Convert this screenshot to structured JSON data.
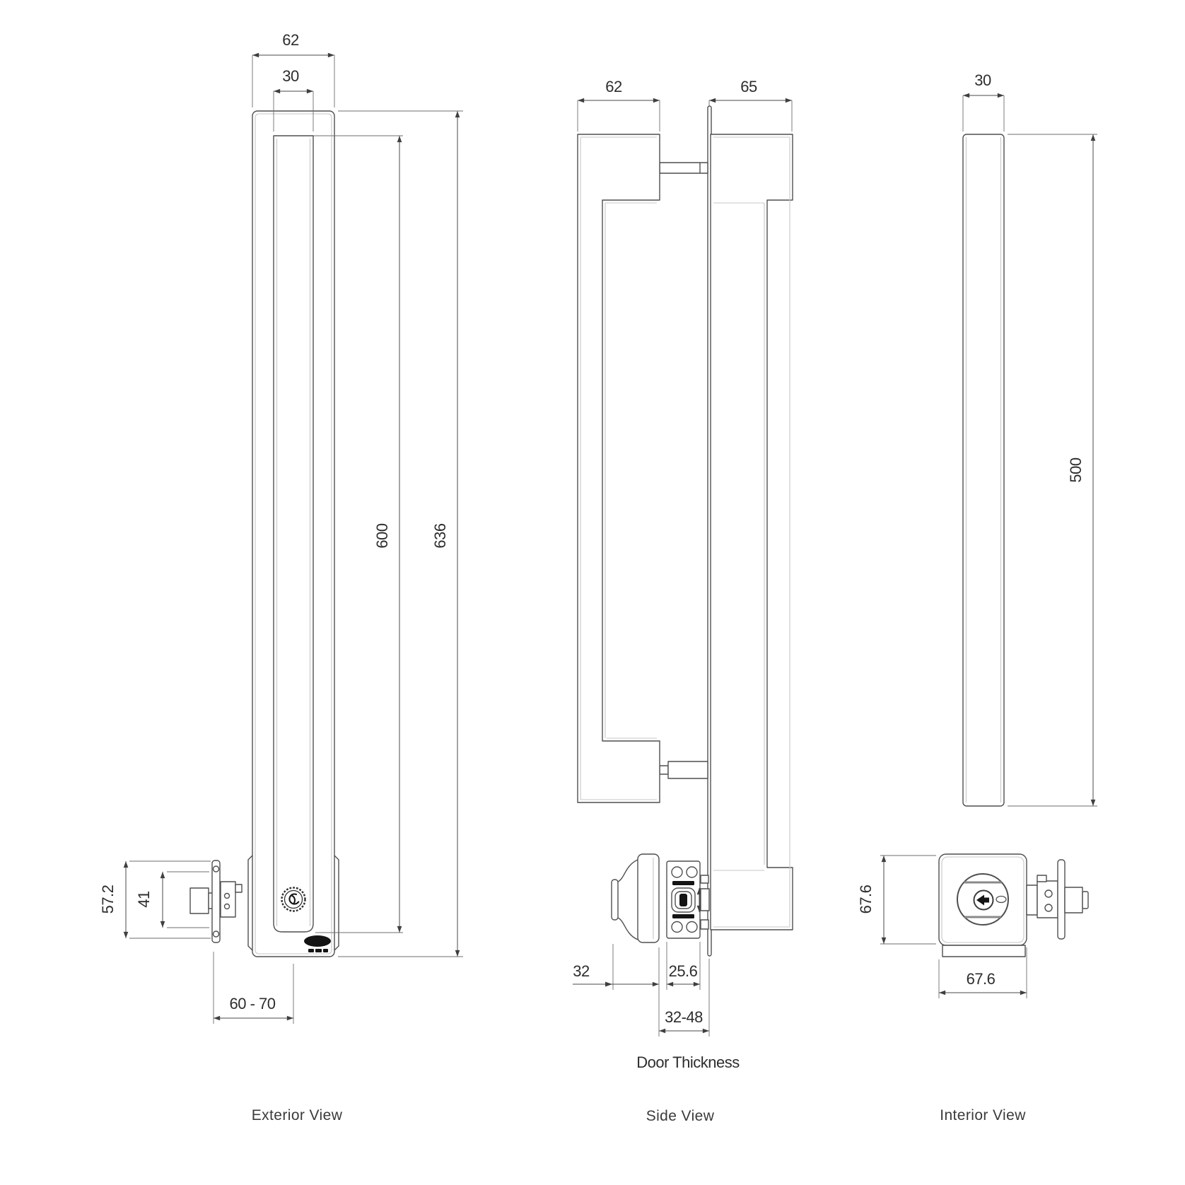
{
  "colors": {
    "line": "#4f4f4f",
    "light_line": "#c7c7c7",
    "text": "#2d2d2d",
    "dark_fill": "#141414",
    "background": "#ffffff"
  },
  "icons": {
    "keyhole_emblem": "scalloped-circle-keyhole-emblem",
    "brand_badge": "black-oval-brand-badge",
    "thumbturn": "thumbturn-knob-profile",
    "key_cylinder": "key-cylinder-face"
  },
  "views": {
    "exterior": {
      "label": "Exterior View",
      "dims": {
        "plate_width": "62",
        "grip_width": "30",
        "grip_length": "600",
        "overall_length": "636",
        "lock_case_height": "57.2",
        "latch_body_height": "41",
        "backset_range": "60 - 70"
      }
    },
    "side": {
      "label": "Side View",
      "door_thickness_label": "Door Thickness",
      "dims": {
        "exterior_depth": "62",
        "interior_depth": "65",
        "knob_projection": "32",
        "lock_body_depth": "25.6",
        "door_thickness_range": "32-48"
      }
    },
    "interior": {
      "label": "Interior View",
      "dims": {
        "grip_width": "30",
        "grip_length": "500",
        "escutcheon_height": "67.6",
        "escutcheon_width": "67.6"
      }
    }
  }
}
